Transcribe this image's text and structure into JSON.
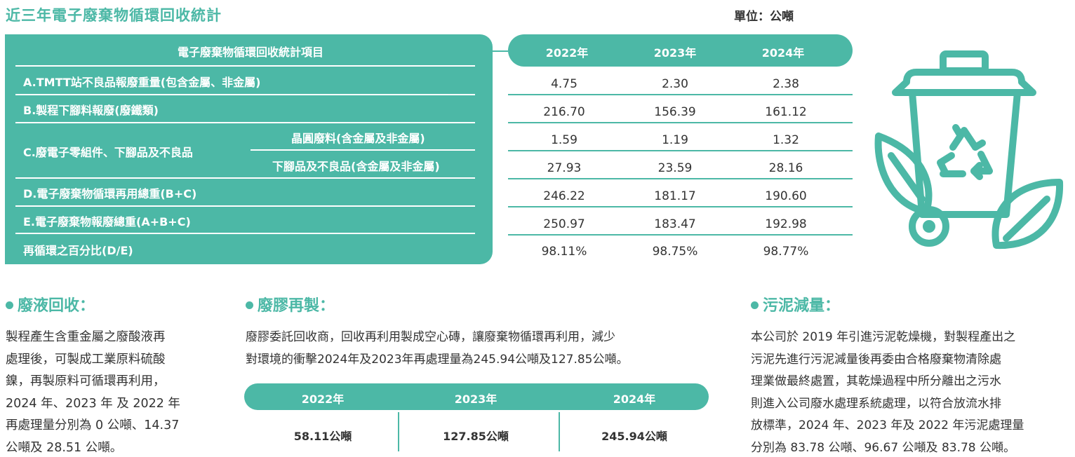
{
  "header": {
    "title": "近三年電子廢棄物循環回收統計",
    "unit": "單位：公噸"
  },
  "table": {
    "item_header": "電子廢棄物循環回收統計項目",
    "years": [
      "2022年",
      "2023年",
      "2024年"
    ],
    "rows": [
      {
        "label": "A.TMTT站不良品報廢重量(包含金屬、非金屬)",
        "values": [
          "4.75",
          "2.30",
          "2.38"
        ]
      },
      {
        "label": "B.製程下腳料報廢(廢鐵類)",
        "values": [
          "216.70",
          "156.39",
          "161.12"
        ]
      },
      {
        "label": "晶圓廢料(含金屬及非金屬)",
        "values": [
          "1.59",
          "1.19",
          "1.32"
        ]
      },
      {
        "label": "下腳品及不良品(含金屬及非金屬)",
        "values": [
          "27.93",
          "23.59",
          "28.16"
        ]
      },
      {
        "label": "D.電子廢棄物循環再用總重(B+C)",
        "values": [
          "246.22",
          "181.17",
          "190.60"
        ]
      },
      {
        "label": "E.電子廢棄物報廢總重(A+B+C)",
        "values": [
          "250.97",
          "183.47",
          "192.98"
        ]
      },
      {
        "label": "再循環之百分比(D/E)",
        "values": [
          "98.11%",
          "98.75%",
          "98.77%"
        ]
      }
    ],
    "group_c_label": "C.廢電子零組件、下腳品及不良品"
  },
  "icon": {
    "name": "recycle-bin-leaves-icon",
    "color": "#4cb8a6"
  },
  "sections": {
    "waste_liquid": {
      "title": "廢液回收：",
      "lines": [
        "製程產生含重金屬之廢酸液再",
        "處理後，可製成工業原料硫酸",
        "鎳，再製原料可循環再利用，",
        "2024 年、2023 年 及 2022 年",
        "再處理量分別為 0 公噸、14.37",
        "公噸及 28.51 公噸。"
      ]
    },
    "waste_glue": {
      "title": "廢膠再製：",
      "lines": [
        "廢膠委託回收商，回收再利用製成空心磚，讓廢棄物循環再利用，減少",
        "對環境的衝擊2024年及2023年再處理量為245.94公噸及127.85公噸。"
      ],
      "years": [
        "2022年",
        "2023年",
        "2024年"
      ],
      "values": [
        "58.11公噸",
        "127.85公噸",
        "245.94公噸"
      ]
    },
    "sludge": {
      "title": "污泥減量：",
      "lines": [
        "本公司於 2019 年引進污泥乾燥機，對製程產出之",
        "污泥先進行污泥減量後再委由合格廢棄物清除處",
        "理業做最終處置，其乾燥過程中所分離出之污水",
        "則進入公司廢水處理系統處理，以符合放流水排",
        "放標準，2024 年、2023 年及 2022 年污泥處理量",
        "分別為 83.78 公噸、96.67 公噸及 83.78 公噸。"
      ]
    }
  },
  "colors": {
    "accent": "#4cb8a6",
    "text": "#333333"
  }
}
